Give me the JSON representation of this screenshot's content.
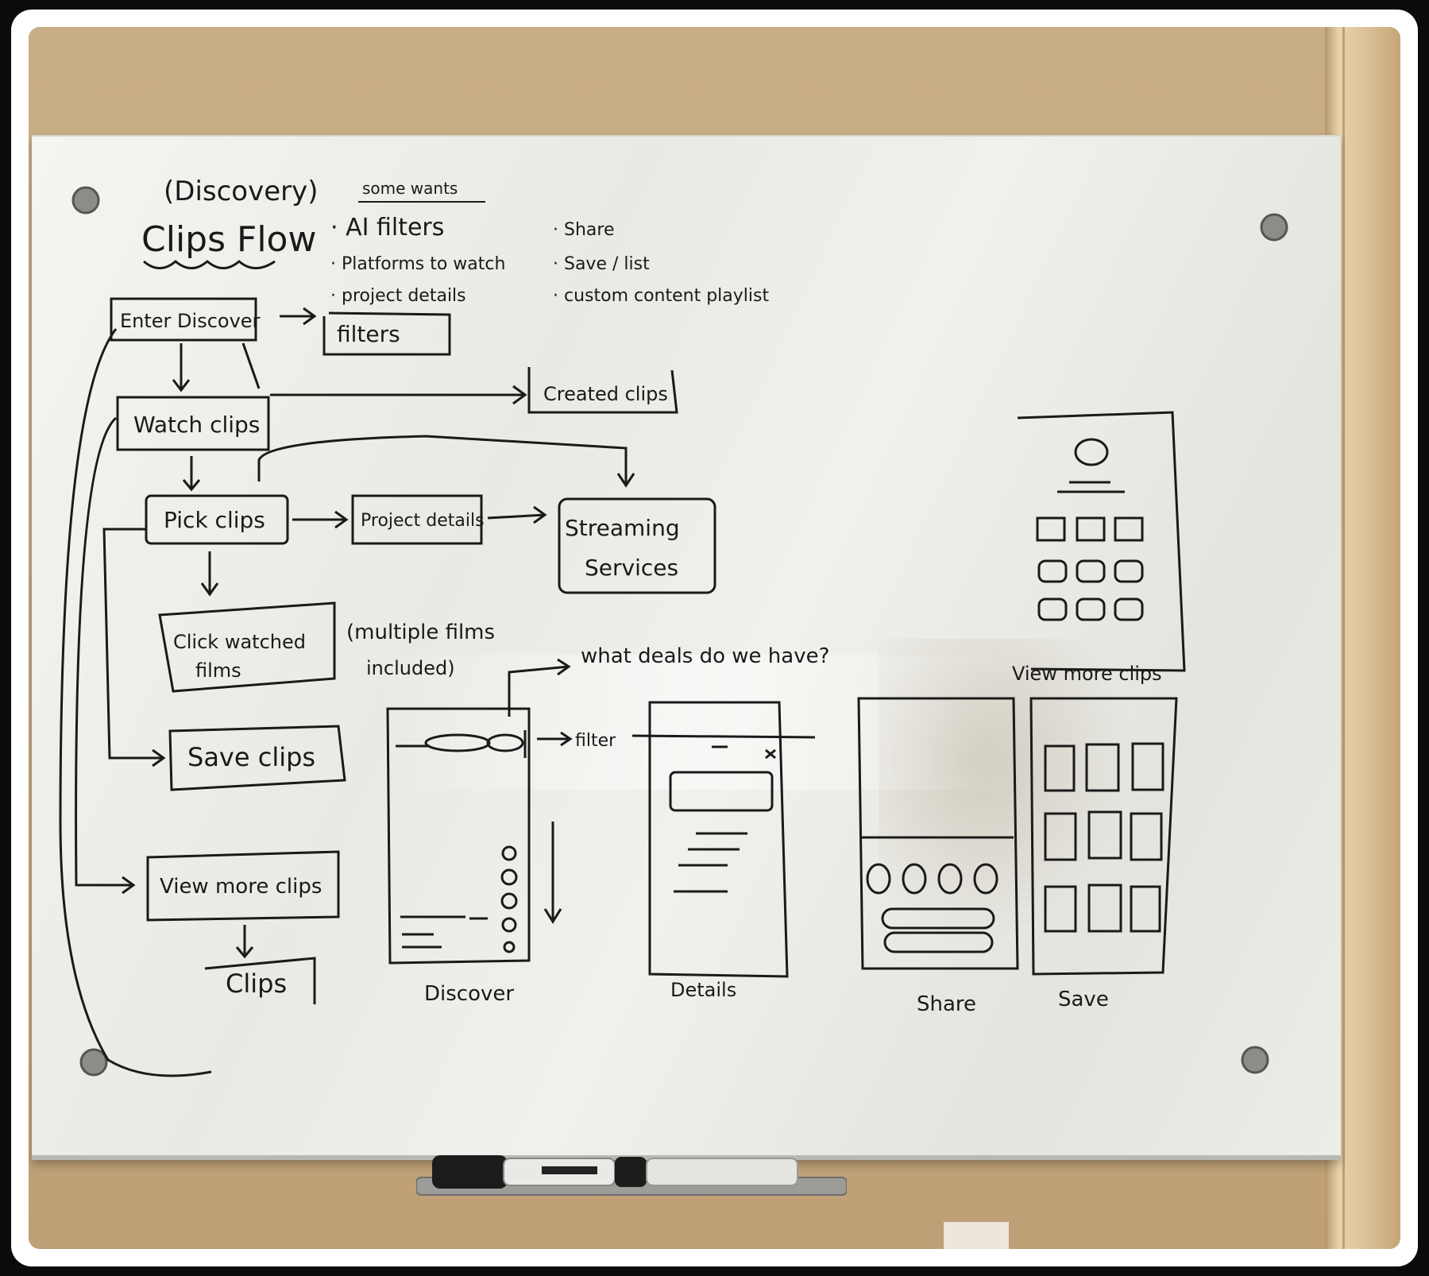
{
  "title": {
    "line1": "(Discovery)",
    "line2": "Clips Flow"
  },
  "header_note": "some wants",
  "bullets_left": [
    "· AI filters",
    "· Platforms to watch",
    "· project details"
  ],
  "bullets_right": [
    "· Share",
    "· Save / list",
    "· custom content playlist"
  ],
  "flow_boxes": {
    "enter": "Enter Discover",
    "filters": "filters",
    "watch": "Watch clips",
    "created": "Created clips",
    "pick": "Pick clips",
    "project": "Project details",
    "streaming_l1": "Streaming",
    "streaming_l2": "Services",
    "click_l1": "Click watched",
    "click_l2": "films",
    "save": "Save clips",
    "view": "View more clips",
    "clips": "Clips"
  },
  "annotations": {
    "multiple_l1": "(multiple films",
    "multiple_l2": "included)",
    "what": "what deals do we have?",
    "filter_arrow": "filter",
    "view_more": "View more clips"
  },
  "screen_labels": {
    "discover": "Discover",
    "details": "Details",
    "share": "Share",
    "save": "Save"
  }
}
